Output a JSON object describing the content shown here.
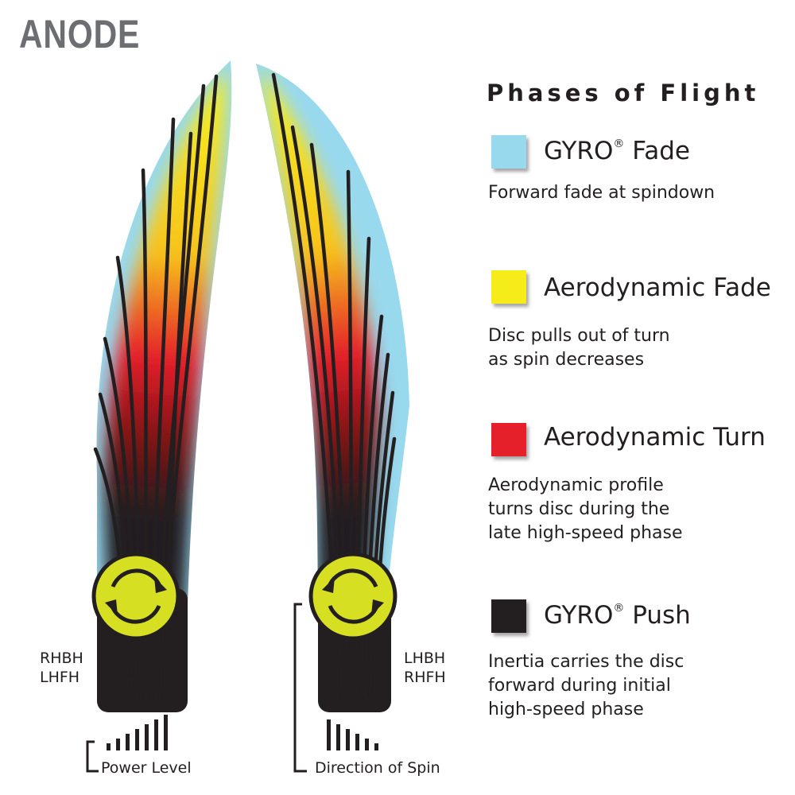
{
  "title": "ANODE",
  "legend": {
    "title": "Phases of Flight",
    "items": [
      {
        "name": "GYRO",
        "mark": "®",
        "suffix": " Fade",
        "description": "Forward fade at spindown",
        "color": "#99d9ee"
      },
      {
        "name": "Aerodynamic Fade",
        "mark": "",
        "suffix": "",
        "description": "Disc pulls out of turn\nas spin decreases",
        "color": "#f6ec1a"
      },
      {
        "name": "Aerodynamic Turn",
        "mark": "",
        "suffix": "",
        "description": "Aerodynamic profile\nturns disc during the\nlate high-speed phase",
        "color": "#e5202a"
      },
      {
        "name": "GYRO",
        "mark": "®",
        "suffix": " Push",
        "description": "Inertia carries the disc\nforward during initial\nhigh-speed phase",
        "color": "#231f20"
      }
    ]
  },
  "left_flight": {
    "label": "RHBH\nLHFH",
    "spin": "clockwise-arrows-icon"
  },
  "right_flight": {
    "label": "LHBH\nRHFH",
    "spin": "counterclockwise-arrows-icon"
  },
  "power_level_label": "Power Level",
  "direction_of_spin_label": "Direction of Spin",
  "colors": {
    "disc": "#d7df23",
    "gyro_push": "#231f20",
    "title_gray": "#6d6e71"
  }
}
